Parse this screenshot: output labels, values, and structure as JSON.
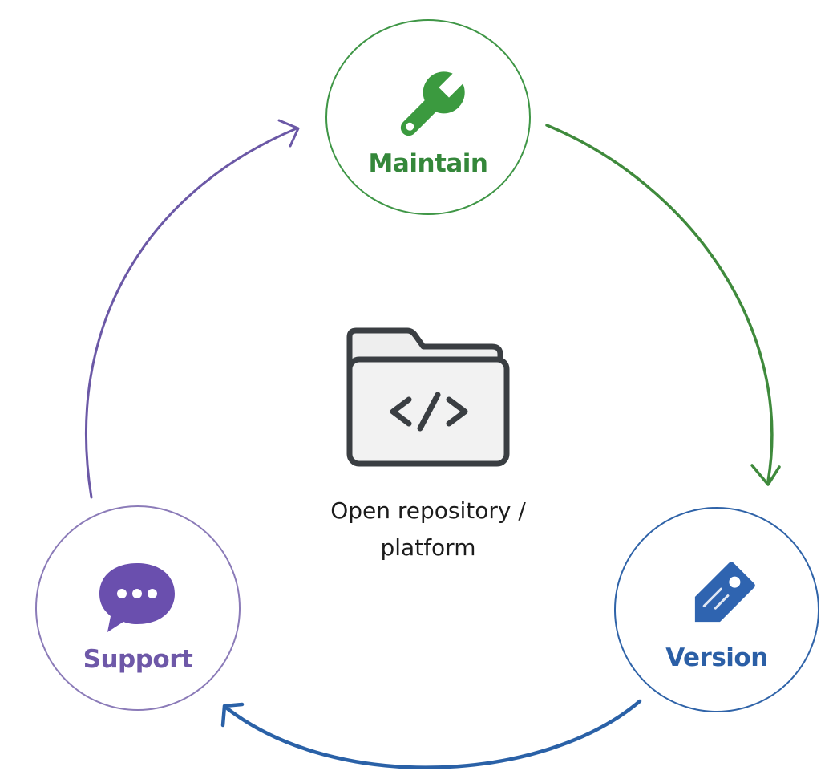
{
  "diagram": {
    "center": {
      "line1": "Open repository /",
      "line2": "platform",
      "icon": "code-folder-icon"
    },
    "nodes": [
      {
        "id": "maintain",
        "label": "Maintain",
        "icon": "wrench-icon",
        "color": "#34873a"
      },
      {
        "id": "version",
        "label": "Version",
        "icon": "tag-icon",
        "color": "#2b5fa6"
      },
      {
        "id": "support",
        "label": "Support",
        "icon": "chat-bubble-icon",
        "color": "#6e58a8"
      }
    ],
    "cycle_order": [
      "Maintain",
      "Version",
      "Support"
    ]
  }
}
